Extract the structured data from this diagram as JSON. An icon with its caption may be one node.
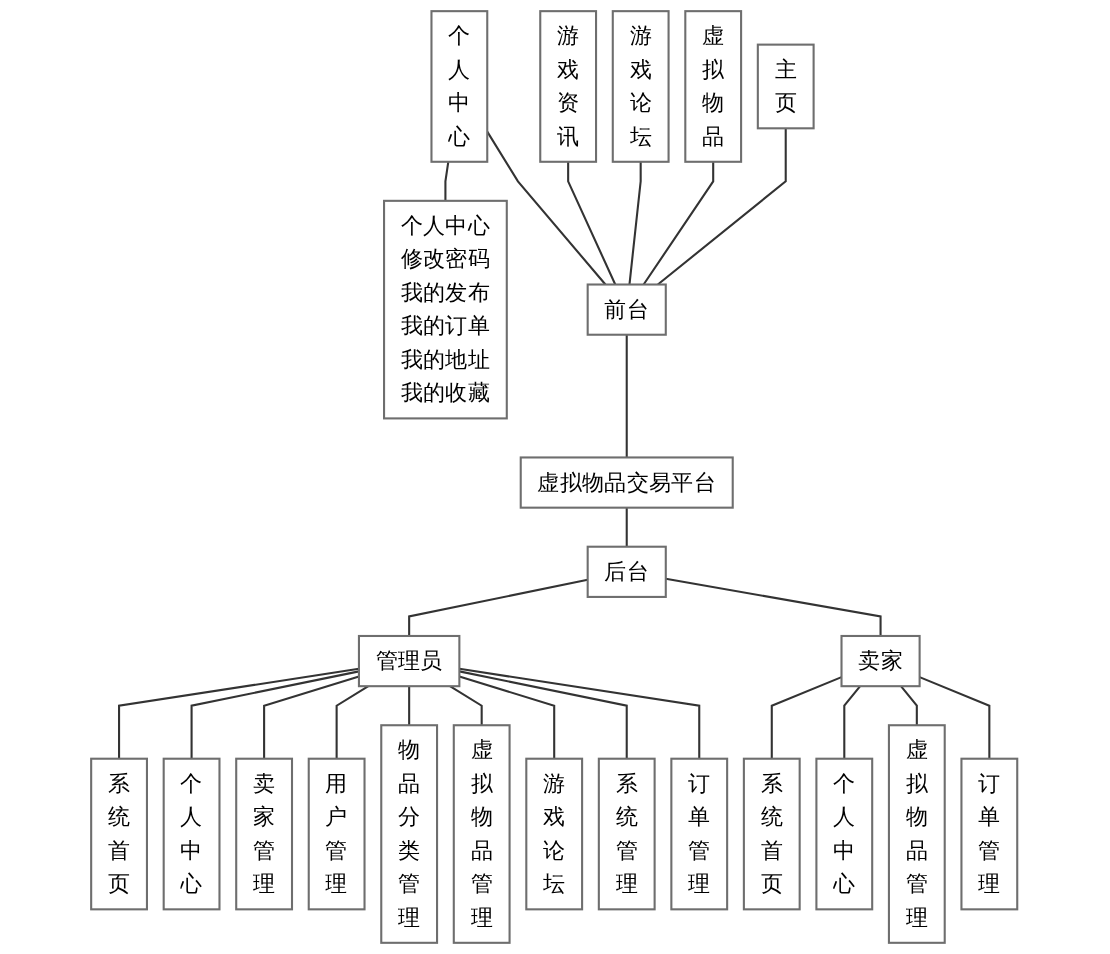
{
  "diagram": {
    "nodes": [
      {
        "text": [
          "主页"
        ]
      },
      {
        "text": [
          "虚拟物品"
        ]
      },
      {
        "text": [
          "游戏论坛"
        ]
      },
      {
        "text": [
          "游戏资讯"
        ]
      },
      {
        "text": [
          "个人中心"
        ]
      },
      {
        "text": [
          "个人中心修改密码我的发布我的订单我的地址我的收藏"
        ]
      },
      {
        "text": [
          "前台"
        ]
      },
      {
        "text": [
          "虚拟物品交易平台"
        ]
      },
      {
        "text": [
          "后台"
        ]
      },
      {
        "text": [
          "管理员"
        ]
      },
      {
        "text": [
          "卖家"
        ]
      },
      {
        "text": [
          "系统首页"
        ]
      },
      {
        "text": [
          "个人中心"
        ]
      },
      {
        "text": [
          "卖家管理"
        ]
      },
      {
        "text": [
          "用户管理"
        ]
      },
      {
        "text": [
          "物品分类管理"
        ]
      },
      {
        "text": [
          "虚拟物品管理"
        ]
      },
      {
        "text": [
          "游戏论坛"
        ]
      },
      {
        "text": [
          "系统管理"
        ]
      },
      {
        "text": [
          "订单管理"
        ]
      },
      {
        "text": [
          "系统首页"
        ]
      },
      {
        "text": [
          "个人中心"
        ]
      },
      {
        "text": [
          "虚拟物品管理"
        ]
      },
      {
        "text": [
          "订单管理"
        ]
      }
    ],
    "edges": [
      {
        "from": 0,
        "to": 6,
        "arrow": "none"
      },
      {
        "from": 1,
        "to": 6,
        "arrow": "none"
      },
      {
        "from": 2,
        "to": 6,
        "arrow": "none"
      },
      {
        "from": 3,
        "to": 6,
        "arrow": "none"
      },
      {
        "from": 4,
        "to": 6,
        "arrow": "none"
      },
      {
        "from": 4,
        "to": 5,
        "arrow": "none"
      },
      {
        "from": 6,
        "to": 7,
        "arrow": "none"
      },
      {
        "from": 7,
        "to": 8,
        "arrow": "none"
      },
      {
        "from": 8,
        "to": 9,
        "arrow": "none"
      },
      {
        "from": 8,
        "to": 10,
        "arrow": "none"
      },
      {
        "from": 9,
        "to": 11,
        "arrow": "none"
      },
      {
        "from": 9,
        "to": 12,
        "arrow": "none"
      },
      {
        "from": 9,
        "to": 13,
        "arrow": "none"
      },
      {
        "from": 9,
        "to": 14,
        "arrow": "none"
      },
      {
        "from": 9,
        "to": 15,
        "arrow": "none"
      },
      {
        "from": 9,
        "to": 16,
        "arrow": "none"
      },
      {
        "from": 9,
        "to": 17,
        "arrow": "none"
      },
      {
        "from": 9,
        "to": 18,
        "arrow": "none"
      },
      {
        "from": 9,
        "to": 19,
        "arrow": "none"
      },
      {
        "from": 10,
        "to": 20,
        "arrow": "none"
      },
      {
        "from": 10,
        "to": 21,
        "arrow": "none"
      },
      {
        "from": 10,
        "to": 22,
        "arrow": "none"
      },
      {
        "from": 10,
        "to": 23,
        "arrow": "none"
      }
    ]
  }
}
